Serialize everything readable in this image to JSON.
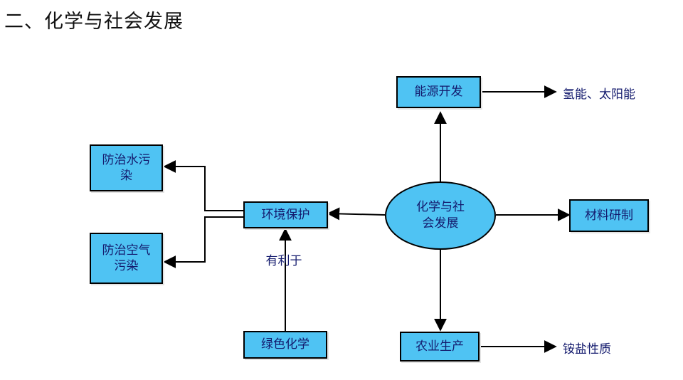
{
  "heading": "二、化学与社会发展",
  "center": "化学与社会发展",
  "nodes": {
    "energy": "能源开发",
    "environment": "环境保护",
    "materials": "材料研制",
    "agriculture": "农业生产",
    "green": "绿色化学",
    "water": "防治水污染",
    "air": "防治空气污染"
  },
  "outputs": {
    "energy_result": "氢能、太阳能",
    "agri_result": "铵盐性质"
  },
  "edge_label": "有利于"
}
